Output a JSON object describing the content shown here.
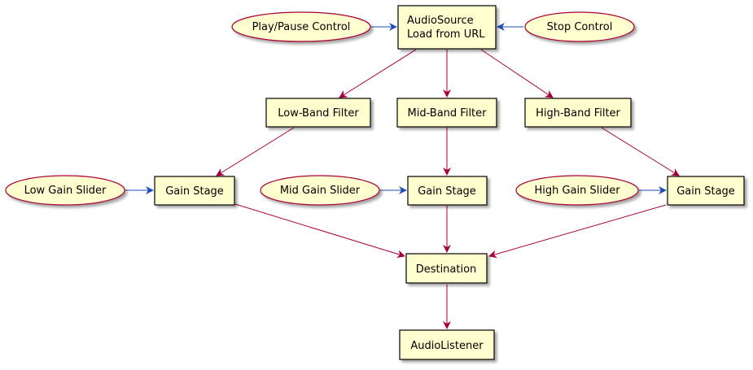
{
  "diagram": {
    "nodes": {
      "source_line1": "AudioSource",
      "source_line2": "Load from URL",
      "play_pause": "Play/Pause Control",
      "stop": "Stop Control",
      "low_filter": "Low-Band Filter",
      "mid_filter": "Mid-Band Filter",
      "high_filter": "High-Band Filter",
      "low_gain": "Gain Stage",
      "mid_gain": "Gain Stage",
      "high_gain": "Gain Stage",
      "low_slider": "Low Gain Slider",
      "mid_slider": "Mid Gain Slider",
      "high_slider": "High Gain Slider",
      "destination": "Destination",
      "listener": "AudioListener"
    },
    "colors": {
      "node_fill": "#FEFECE",
      "control_flow_edge": "#1E4EB8",
      "signal_flow_edge": "#A80036",
      "oval_border": "#A80036"
    }
  }
}
